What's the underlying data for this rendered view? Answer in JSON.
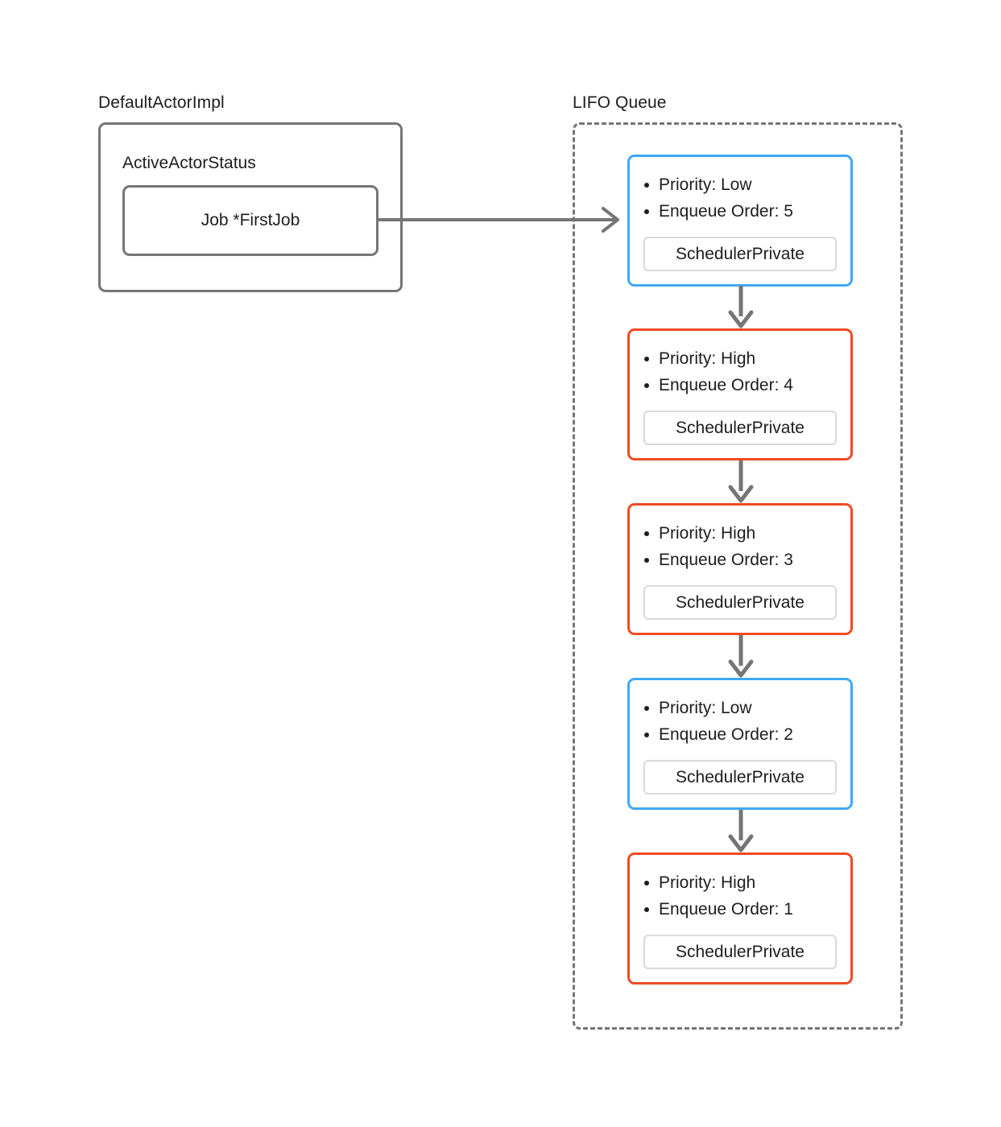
{
  "diagram": {
    "title_left": "DefaultActorImpl",
    "title_right": "LIFO Queue"
  },
  "actor": {
    "group_label": "DefaultActorImpl",
    "status_label": "ActiveActorStatus",
    "first_job_label": "Job *FirstJob"
  },
  "queue": {
    "group_label": "LIFO Queue",
    "nodes": [
      {
        "priority_label": "Priority: Low",
        "order_label": "Enqueue Order: 5",
        "tag_label": "SchedulerPrivate",
        "priority": "Low",
        "enqueue_order": 5,
        "color": "#3fa8f5"
      },
      {
        "priority_label": "Priority: High",
        "order_label": "Enqueue Order: 4",
        "tag_label": "SchedulerPrivate",
        "priority": "High",
        "enqueue_order": 4,
        "color": "#ef4b23"
      },
      {
        "priority_label": "Priority: High",
        "order_label": "Enqueue Order: 3",
        "tag_label": "SchedulerPrivate",
        "priority": "High",
        "enqueue_order": 3,
        "color": "#ef4b23"
      },
      {
        "priority_label": "Priority: Low",
        "order_label": "Enqueue Order: 2",
        "tag_label": "SchedulerPrivate",
        "priority": "Low",
        "enqueue_order": 2,
        "color": "#3fa8f5"
      },
      {
        "priority_label": "Priority: High",
        "order_label": "Enqueue Order: 1",
        "tag_label": "SchedulerPrivate",
        "priority": "High",
        "enqueue_order": 1,
        "color": "#ef4b23"
      }
    ]
  },
  "colors": {
    "low_priority": "#3fa8f5",
    "high_priority": "#ef4b23",
    "stroke_gray": "#757575",
    "tag_border": "#dadada",
    "text": "#1d1d1f",
    "background": "#ffffff"
  }
}
